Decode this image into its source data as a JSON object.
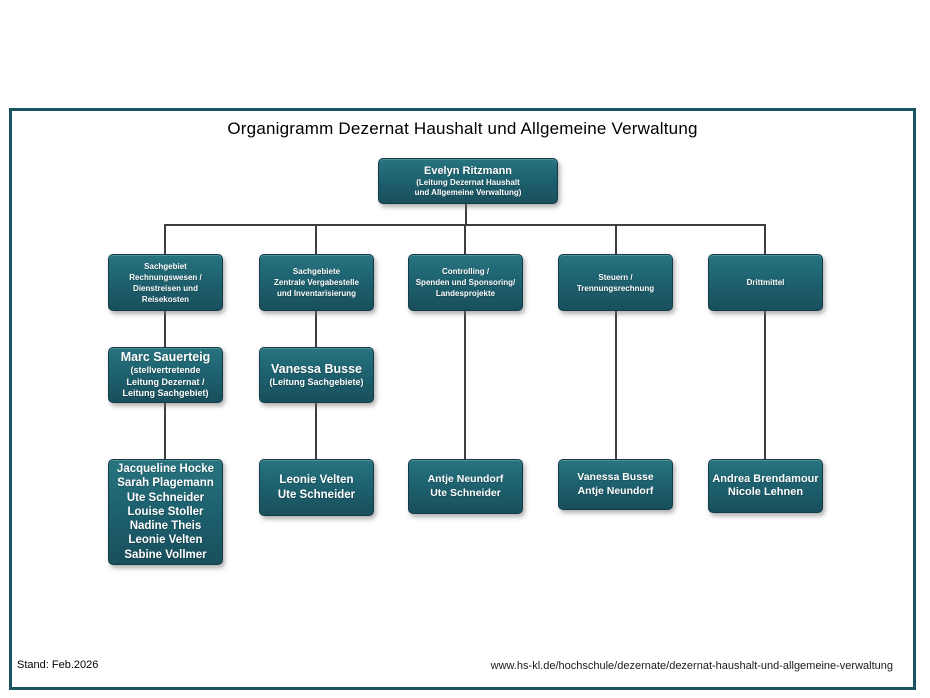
{
  "page": {
    "title": "Organigramm Dezernat Haushalt und Allgemeine Verwaltung",
    "stand_label": "Stand: Feb.2026",
    "source_url": "www.hs-kl.de/hochschule/dezernate/dezernat-haushalt-und-allgemeine-verwaltung"
  },
  "root": {
    "name": "Evelyn Ritzmann",
    "role_lines": [
      "(Leitung Dezernat Haushalt",
      "und Allgemeine Verwaltung)"
    ]
  },
  "columns": [
    {
      "department_lines": [
        "Sachgebiet",
        "Rechnungswesen /",
        "Dienstreisen und",
        "Reisekosten"
      ],
      "lead": {
        "name": "Marc Sauerteig",
        "role_lines": [
          "(stellvertretende",
          "Leitung Dezernat /",
          "Leitung Sachgebiet)"
        ]
      },
      "staff": [
        "Jacqueline Hocke",
        "Sarah Plagemann",
        "Ute Schneider",
        "Louise Stoller",
        "Nadine Theis",
        "Leonie Velten",
        "Sabine Vollmer"
      ]
    },
    {
      "department_lines": [
        "Sachgebiete",
        "Zentrale Vergabestelle",
        "und Inventarisierung"
      ],
      "lead": {
        "name": "Vanessa Busse",
        "role_lines": [
          "(Leitung Sachgebiete)"
        ]
      },
      "staff": [
        "Leonie Velten",
        "Ute Schneider"
      ]
    },
    {
      "department_lines": [
        "Controlling /",
        "Spenden und Sponsoring/",
        "Landesprojekte"
      ],
      "staff": [
        "Antje Neundorf",
        "Ute Schneider"
      ]
    },
    {
      "department_lines": [
        "Steuern /",
        "Trennungsrechnung"
      ],
      "staff": [
        "Vanessa Busse",
        "Antje Neundorf"
      ]
    },
    {
      "department_lines": [
        "Drittmittel"
      ],
      "staff": [
        "Andrea Brendamour",
        "Nicole Lehnen"
      ]
    }
  ],
  "colors": {
    "box_teal": "#1e6270",
    "frame_border": "#19545f",
    "connector": "#3e3e3e",
    "text_on_teal": "#ffffff"
  }
}
